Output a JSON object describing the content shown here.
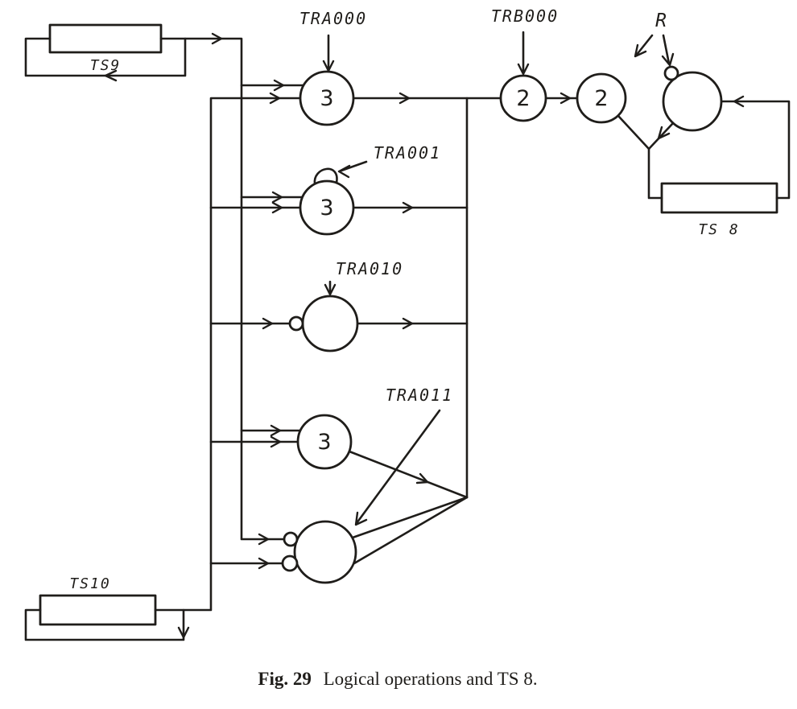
{
  "figure": {
    "caption_label": "Fig. 29",
    "caption_text": "Logical operations and TS 8."
  },
  "stores": {
    "ts9": "TS9",
    "ts10": "TS10",
    "ts8": "TS 8"
  },
  "signals": {
    "tra000": "TRA000",
    "tra001": "TRA001",
    "tra010": "TRA010",
    "tra011": "TRA011",
    "trb000": "TRB000",
    "r": "R"
  },
  "gates": {
    "g1": "3",
    "g2": "3",
    "g4": "3",
    "g6": "2",
    "g7": "2"
  },
  "colors": {
    "ink": "#1f1d1a",
    "paper": "#ffffff"
  }
}
